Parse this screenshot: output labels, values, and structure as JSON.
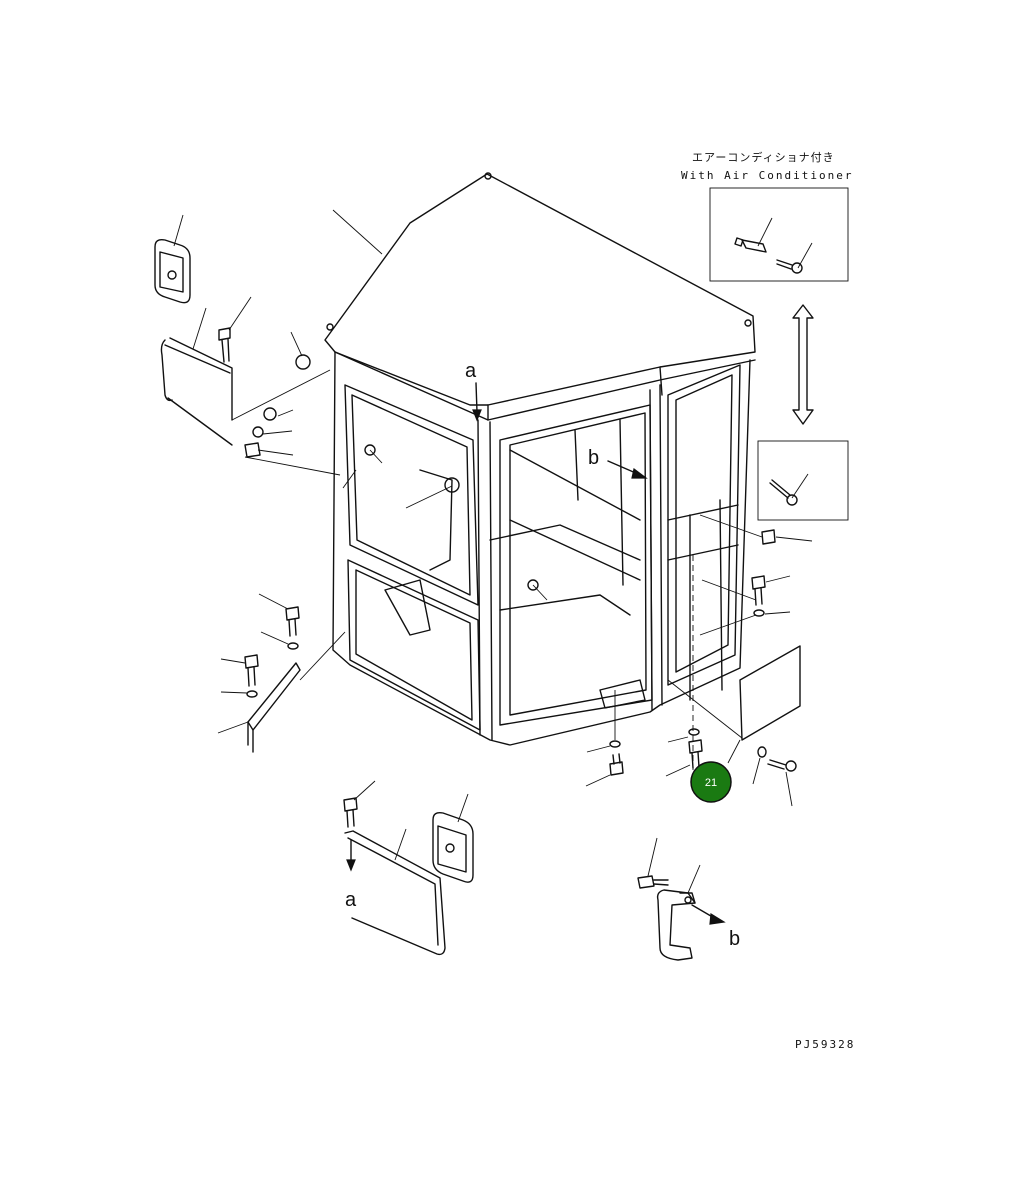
{
  "inset": {
    "title_jp": "エアーコンディショナ付き",
    "title_en": "With Air Conditioner"
  },
  "labels": {
    "a_top": "a",
    "a_bottom": "a",
    "b_top": "b",
    "b_bottom": "b"
  },
  "callout": {
    "number": "21",
    "color": "#1a7a12"
  },
  "drawing_code": "PJ59328"
}
